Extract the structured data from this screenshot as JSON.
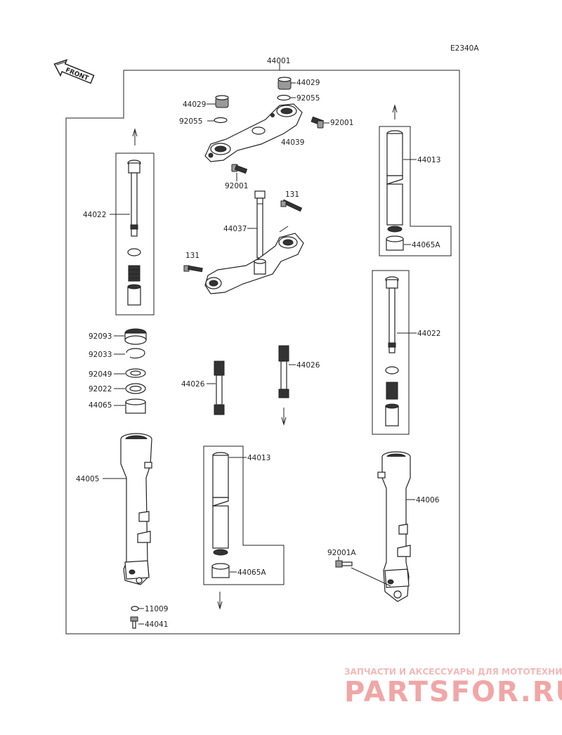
{
  "figure_code": "E2340A",
  "front_label": "FRONT",
  "labels": {
    "l44001": "44001",
    "l44029a": "44029",
    "l44029b": "44029",
    "l92055a": "92055",
    "l92055b": "92055",
    "l92001a": "92001",
    "l92001b": "92001",
    "l44039": "44039",
    "l131a": "131",
    "l131b": "131",
    "l44037": "44037",
    "l44013a": "44013",
    "l44013b": "44013",
    "l44065Aa": "44065A",
    "l44065Ab": "44065A",
    "l44022a": "44022",
    "l44022b": "44022",
    "l92093": "92093",
    "l92033": "92033",
    "l92049": "92049",
    "l92022": "92022",
    "l44065": "44065",
    "l44026a": "44026",
    "l44026b": "44026",
    "l44005": "44005",
    "l44006": "44006",
    "l92001A": "92001A",
    "l11009": "11009",
    "l44041": "44041"
  },
  "watermark": {
    "line1": "ЗАПЧАСТИ И АКСЕССУАРЫ ДЛЯ МОТОТЕХНИКИ",
    "line2": "PARTSFOR.RU"
  }
}
